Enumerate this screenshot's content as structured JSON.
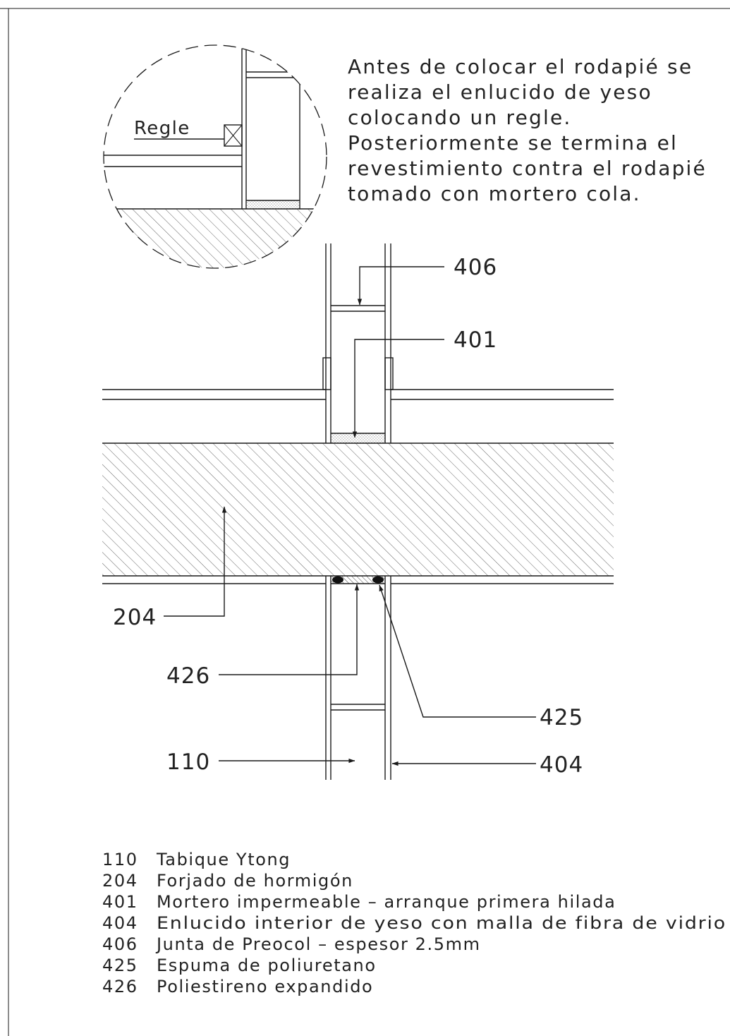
{
  "detail": {
    "label": "Regle",
    "note_lines": [
      "Antes de colocar el rodapié se",
      "realiza el enlucido de yeso",
      "colocando un regle.",
      "Posteriormente se termina el",
      "revestimiento contra el rodapié",
      "tomado con mortero cola."
    ]
  },
  "tags": {
    "t406": "406",
    "t401": "401",
    "t204": "204",
    "t426": "426",
    "t425": "425",
    "t110": "110",
    "t404": "404"
  },
  "legend": [
    {
      "code": "110",
      "text": "Tabique Ytong"
    },
    {
      "code": "204",
      "text": "Forjado de hormigón"
    },
    {
      "code": "401",
      "text": "Mortero impermeable – arranque primera hilada"
    },
    {
      "code": "404",
      "text": "Enlucido interior de yeso con malla de fibra de vidrio"
    },
    {
      "code": "406",
      "text": "Junta de Preocol – espesor 2.5mm"
    },
    {
      "code": "425",
      "text": "Espuma de poliuretano"
    },
    {
      "code": "426",
      "text": "Poliestireno expandido"
    }
  ],
  "colors": {
    "line": "#1a1a1a",
    "hatch": "#555555",
    "background": "#ffffff"
  }
}
